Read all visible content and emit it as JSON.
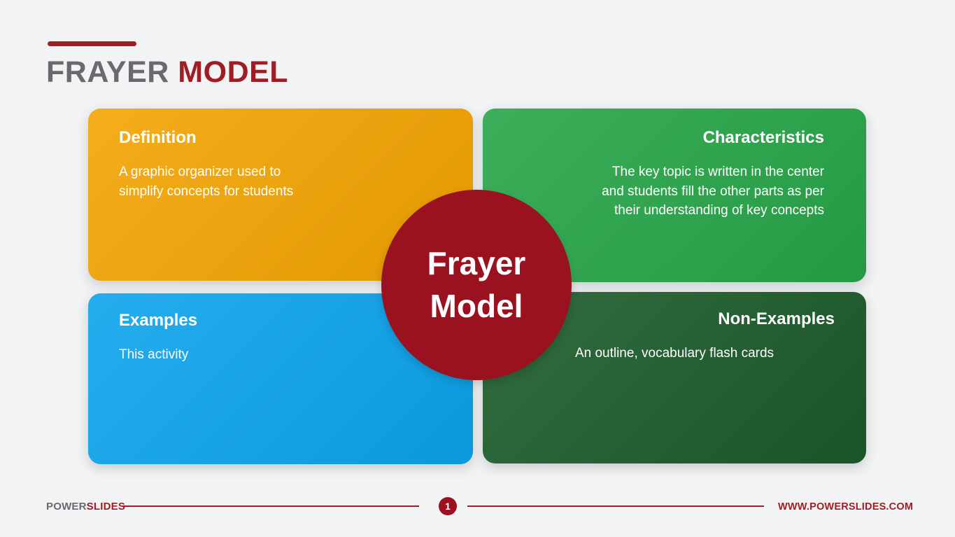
{
  "title": {
    "gray_part": "FRAYER ",
    "red_part": "MODEL"
  },
  "quadrants": {
    "definition": {
      "label": "Definition",
      "body": "A graphic organizer used to\nsimplify concepts for students"
    },
    "characteristics": {
      "label": "Characteristics",
      "body": "The key topic is written in the center\nand students fill the other parts as per\ntheir understanding of key concepts"
    },
    "examples": {
      "label": "Examples",
      "body": "This activity"
    },
    "non_examples": {
      "label": "Non-Examples",
      "body": "An outline, vocabulary flash cards"
    }
  },
  "center_circle": {
    "text": "Frayer\nModel"
  },
  "footer": {
    "brand_gray_part": "POWER",
    "brand_red_part": "SLIDES",
    "page_number": "1",
    "website": "WWW.POWERSLIDES.COM"
  },
  "colors": {
    "background": "#F2F3F4",
    "brand_red": "#A01D24",
    "title_gray": "#686A6D",
    "circle_red": "#9A1120",
    "definition_orange": "#F3A402",
    "characteristics_green": "#27A548",
    "examples_blue": "#0CA4EC",
    "non_examples_dark_green": "#1B5B2A",
    "text_white": "#FFFFFF"
  }
}
